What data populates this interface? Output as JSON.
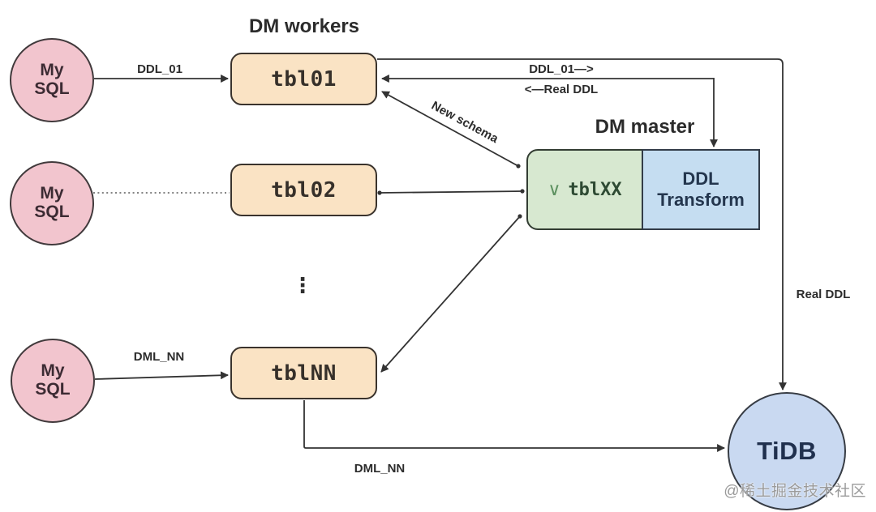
{
  "titles": {
    "workers": "DM workers",
    "master": "DM master"
  },
  "nodes": {
    "mysql": {
      "line1": "My",
      "line2": "SQL"
    },
    "workers": [
      "tbl01",
      "tbl02",
      "tblNN"
    ],
    "merge": {
      "operator": "∨",
      "table": "tblXX"
    },
    "transform": {
      "line1": "DDL",
      "line2": "Transform"
    },
    "tidb": "TiDB"
  },
  "edges": {
    "ddl01": "DDL_01",
    "dml_nn": "DML_NN",
    "ddl01_forward": "DDL_01—>",
    "real_ddl_back": "<—Real DDL",
    "new_schema": "New schema",
    "real_ddl": "Real DDL",
    "dml_nn_bottom": "DML_NN",
    "ellipsis": "⋮"
  },
  "watermark": "@稀土掘金技术社区",
  "colors": {
    "mysql_fill": "#F2C5CE",
    "worker_fill": "#FAE3C4",
    "merge_fill": "#D7E8D0",
    "transform_fill": "#C5DDF1",
    "tidb_fill": "#C9D9F1",
    "line": "#333333"
  }
}
